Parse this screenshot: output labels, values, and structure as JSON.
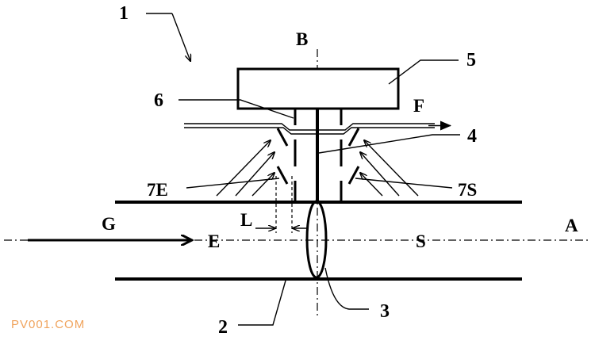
{
  "labels": {
    "device_ref": "1",
    "axis_b": "B",
    "box_ref": "5",
    "ref_6": "6",
    "flow_f": "F",
    "ref_4": "4",
    "ref_7e": "7E",
    "ref_7s": "7S",
    "flow_g": "G",
    "dim_l": "L",
    "axis_a": "A",
    "point_e": "E",
    "point_s": "S",
    "ref_3": "3",
    "ref_2": "2"
  },
  "watermark": "PV001.COM",
  "colors": {
    "line": "#000000",
    "watermark": "#f0a35c"
  }
}
